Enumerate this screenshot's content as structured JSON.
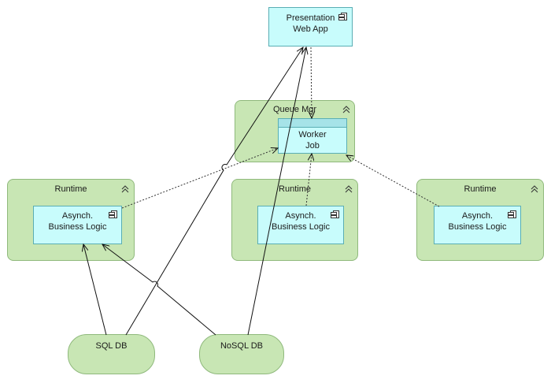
{
  "presentation": {
    "line1": "Presentation",
    "line2": "Web App",
    "icon": "component-icon"
  },
  "queue": {
    "title": "Queue Mgr",
    "icon": "node-chevron-icon"
  },
  "worker": {
    "line1": "Worker",
    "line2": "Job"
  },
  "runtimes": [
    {
      "title": "Runtime",
      "line1": "Asynch.",
      "line2": "Business Logic"
    },
    {
      "title": "Runtime",
      "line1": "Asynch.",
      "line2": "Business Logic"
    },
    {
      "title": "Runtime",
      "line1": "Asynch.",
      "line2": "Business Logic"
    }
  ],
  "databases": [
    {
      "label": "SQL DB"
    },
    {
      "label": "NoSQL DB"
    }
  ],
  "colors": {
    "node_fill": "#c8e6b4",
    "component_fill": "#c8fcfc",
    "band_fill": "#a6e3e8"
  }
}
